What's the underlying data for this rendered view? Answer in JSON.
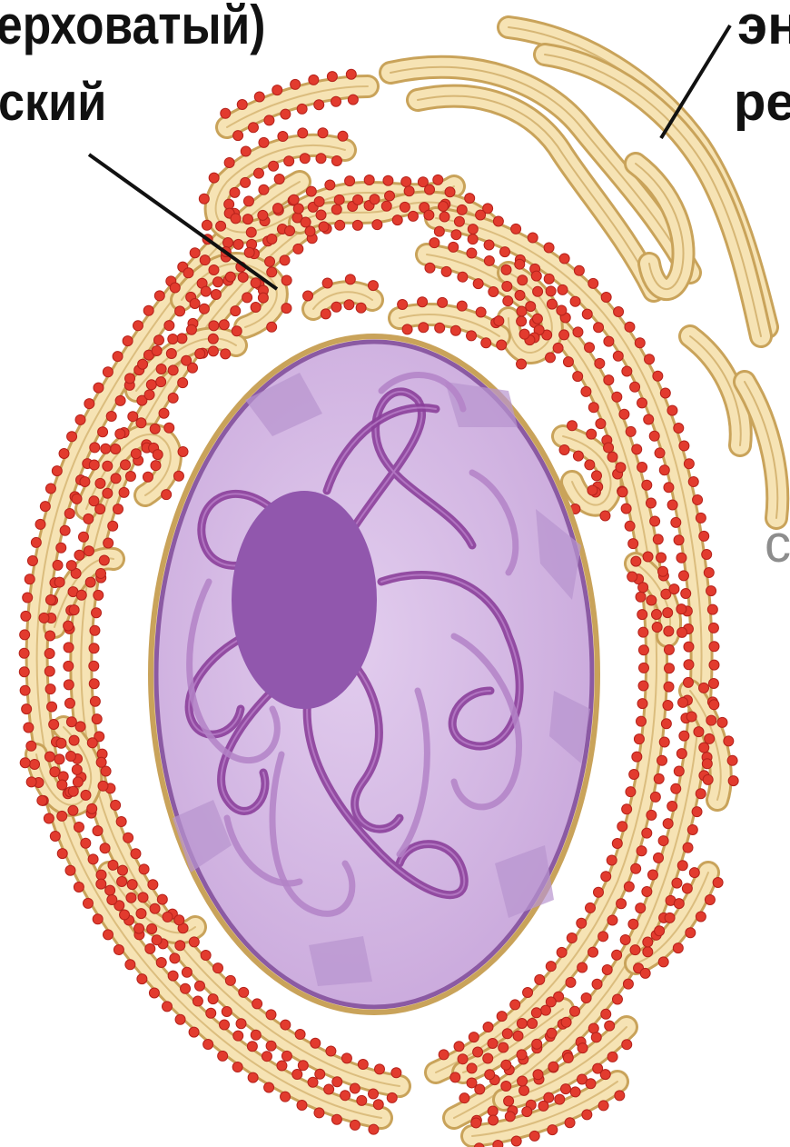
{
  "labels": {
    "left_line1": "ерховатый)",
    "left_line2": "ский",
    "right_line1": "эн",
    "right_line2": "ре",
    "right_edge": "с"
  },
  "colors": {
    "er_membrane_fill": "#f6e3b4",
    "er_membrane_stroke": "#c9a35a",
    "ribosome": "#e23b2e",
    "ribosome_rim": "#b5221b",
    "nuclear_envelope": "#8b5aa3",
    "nucleoplasm": "#d7bde6",
    "nucleoplasm_patch": "#b894cf",
    "nucleolus": "#9157ad",
    "chromatin_dark": "#8b3f9a",
    "chromatin_light": "#b383c7",
    "pointer_line": "#111111"
  },
  "parts": [
    "rough-endoplasmic-reticulum",
    "smooth-endoplasmic-reticulum",
    "nucleus",
    "nucleolus",
    "chromatin",
    "ribosomes"
  ]
}
